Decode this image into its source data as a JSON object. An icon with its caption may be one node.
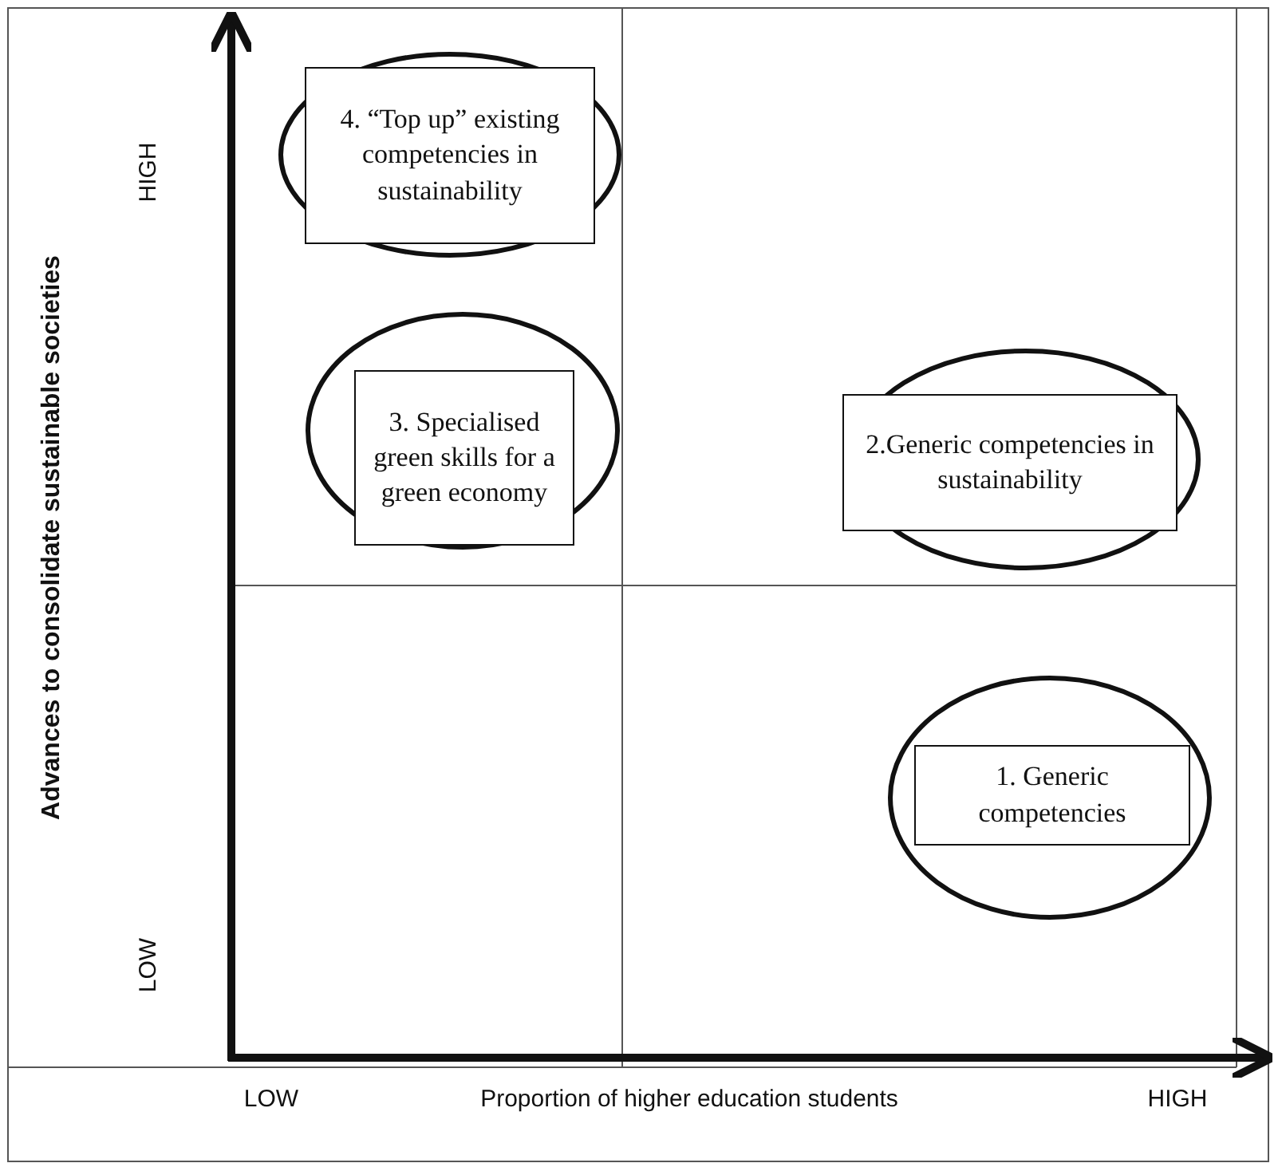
{
  "diagram": {
    "nodes": [
      {
        "text": [
          "4. “Top up” existing competencies in sustainability"
        ]
      },
      {
        "text": [
          "3. Specialised green skills for a green economy"
        ]
      },
      {
        "text": [
          "2.Generic competencies in sustainability"
        ]
      },
      {
        "text": [
          "1. Generic competencies"
        ]
      }
    ],
    "edges": [],
    "labels": [
      "HIGH",
      "Advances to consolidate sustainable societies",
      "LOW",
      "LOW",
      "Proportion of higher education students",
      "HIGH"
    ]
  }
}
